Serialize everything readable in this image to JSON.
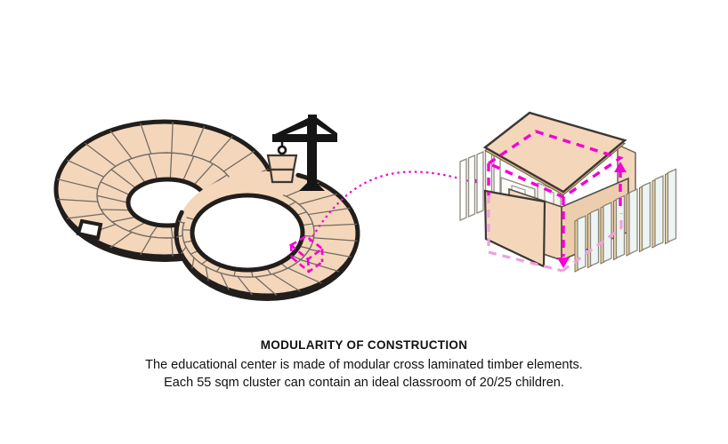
{
  "caption": {
    "title": "MODULARITY OF CONSTRUCTION",
    "body_line1": "The educational center is made of modular cross laminated timber elements.",
    "body_line2": "Each 55 sqm cluster can contain an ideal classroom of 20/25 children."
  },
  "colors": {
    "background": "#ffffff",
    "timber_fill": "#f4d6ba",
    "timber_fill_shade": "#eccdae",
    "timber_edge_dark": "#211e1c",
    "panel_stroke": "#3c3733",
    "seam_gray": "#6f6a64",
    "accent_magenta": "#f400d4",
    "accent_magenta_light": "#f09fe0",
    "slat_fill": "#edf5f4",
    "slat_edge_tan": "#e7d3a6",
    "slat_edge_stroke": "#7d6f45",
    "interior_fill": "#fbfaf6",
    "interior_stroke": "#8f8a82",
    "crane_black": "#151515",
    "text_color": "#111111"
  },
  "icons": {
    "left_illustration": "figure-eight-modular-ring-building",
    "crane": "tower-crane-icon",
    "lifted_block": "lifted-module-block",
    "module_highlight": "dashed-module-highlight",
    "connector": "dotted-arrow-connector",
    "right_illustration": "exploded-timber-module",
    "module_volume": "dashed-module-volume-cube"
  }
}
